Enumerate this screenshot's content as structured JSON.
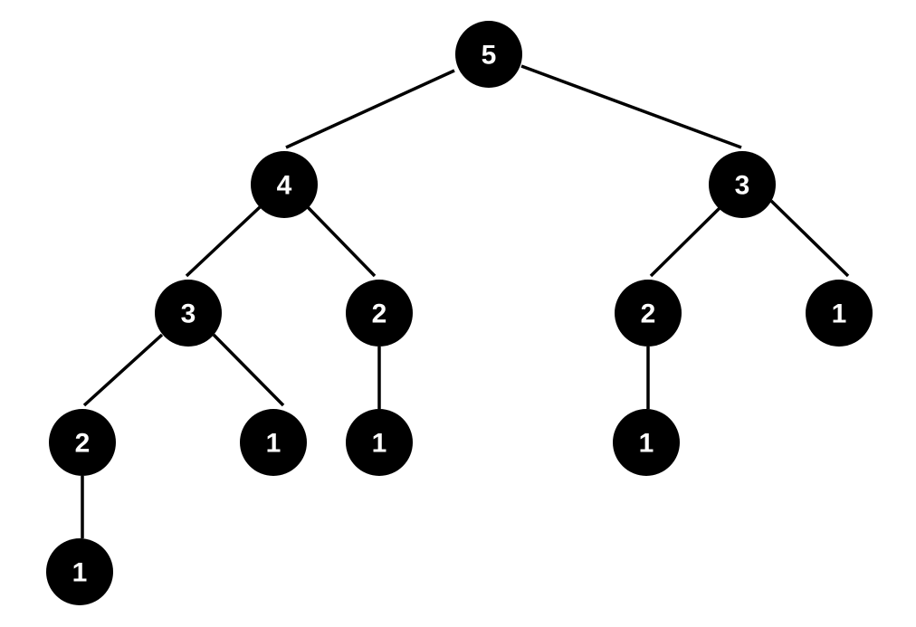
{
  "tree": {
    "nodes": [
      {
        "id": "n1",
        "label": "5"
      },
      {
        "id": "n2",
        "label": "4"
      },
      {
        "id": "n3",
        "label": "3"
      },
      {
        "id": "n4",
        "label": "3"
      },
      {
        "id": "n5",
        "label": "2"
      },
      {
        "id": "n6",
        "label": "2"
      },
      {
        "id": "n7",
        "label": "1"
      },
      {
        "id": "n8",
        "label": "2"
      },
      {
        "id": "n9",
        "label": "1"
      },
      {
        "id": "n10",
        "label": "1"
      },
      {
        "id": "n11",
        "label": "1"
      },
      {
        "id": "n12",
        "label": "1"
      }
    ],
    "edges": [
      [
        "n1",
        "n2"
      ],
      [
        "n1",
        "n3"
      ],
      [
        "n2",
        "n4"
      ],
      [
        "n2",
        "n5"
      ],
      [
        "n3",
        "n6"
      ],
      [
        "n3",
        "n7"
      ],
      [
        "n4",
        "n8"
      ],
      [
        "n4",
        "n9"
      ],
      [
        "n5",
        "n10"
      ],
      [
        "n6",
        "n11"
      ],
      [
        "n8",
        "n12"
      ]
    ],
    "colors": {
      "node_fill": "#000000",
      "label_color": "#ffffff",
      "edge_color": "#000000",
      "background": "#ffffff"
    }
  }
}
